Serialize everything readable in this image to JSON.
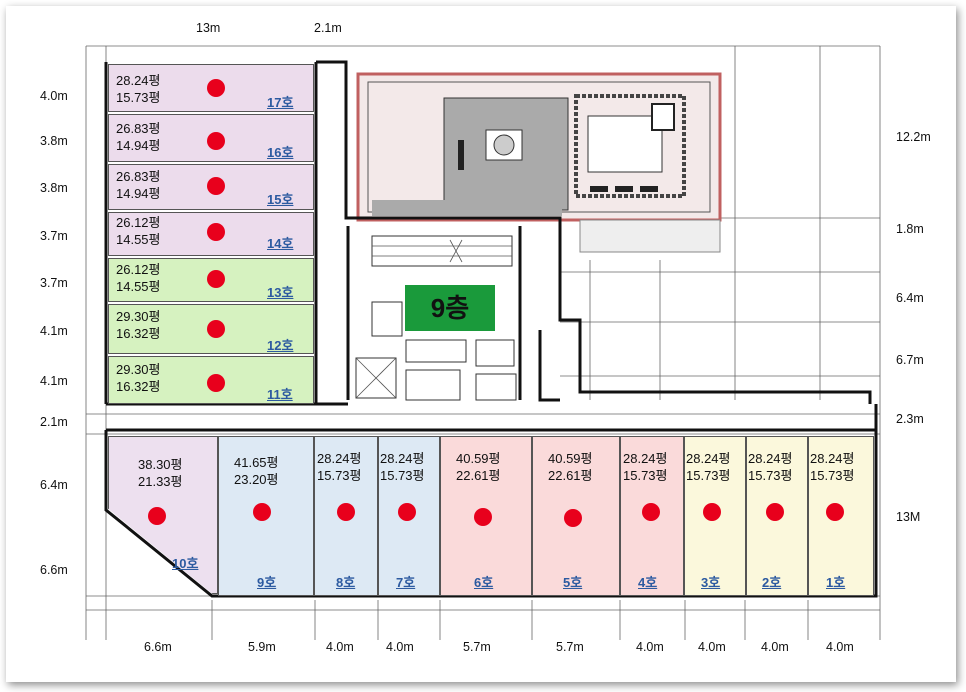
{
  "floor_label": "9층",
  "units": {
    "u17": {
      "a": "28.24평",
      "b": "15.73평",
      "ho": "17호"
    },
    "u16": {
      "a": "26.83평",
      "b": "14.94평",
      "ho": "16호"
    },
    "u15": {
      "a": "26.83평",
      "b": "14.94평",
      "ho": "15호"
    },
    "u14": {
      "a": "26.12평",
      "b": "14.55평",
      "ho": "14호"
    },
    "u13": {
      "a": "26.12평",
      "b": "14.55평",
      "ho": "13호"
    },
    "u12": {
      "a": "29.30평",
      "b": "16.32평",
      "ho": "12호"
    },
    "u11": {
      "a": "29.30평",
      "b": "16.32평",
      "ho": "11호"
    },
    "u10": {
      "a": "38.30평",
      "b": "21.33평",
      "ho": "10호"
    },
    "u9": {
      "a": "41.65평",
      "b": "23.20평",
      "ho": "9호"
    },
    "u8": {
      "a": "28.24평",
      "b": "15.73평",
      "ho": "8호"
    },
    "u7": {
      "a": "28.24평",
      "b": "15.73평",
      "ho": "7호"
    },
    "u6": {
      "a": "40.59평",
      "b": "22.61평",
      "ho": "6호"
    },
    "u5": {
      "a": "40.59평",
      "b": "22.61평",
      "ho": "5호"
    },
    "u4": {
      "a": "28.24평",
      "b": "15.73평",
      "ho": "4호"
    },
    "u3": {
      "a": "28.24평",
      "b": "15.73평",
      "ho": "3호"
    },
    "u2": {
      "a": "28.24평",
      "b": "15.73평",
      "ho": "2호"
    },
    "u1": {
      "a": "28.24평",
      "b": "15.73평",
      "ho": "1호"
    }
  },
  "dims": {
    "top": [
      "13m",
      "2.1m"
    ],
    "left": [
      "4.0m",
      "3.8m",
      "3.8m",
      "3.7m",
      "3.7m",
      "4.1m",
      "4.1m",
      "2.1m",
      "6.4m",
      "6.6m"
    ],
    "right": [
      "12.2m",
      "1.8m",
      "6.4m",
      "6.7m",
      "2.3m",
      "13M"
    ],
    "bottom": [
      "6.6m",
      "5.9m",
      "4.0m",
      "4.0m",
      "5.7m",
      "5.7m",
      "4.0m",
      "4.0m",
      "4.0m",
      "4.0m"
    ]
  },
  "colors": {
    "marker": "#e8001c",
    "floor_label_bg": "#1a9a3b",
    "unit_label": "#2c5aa0"
  }
}
